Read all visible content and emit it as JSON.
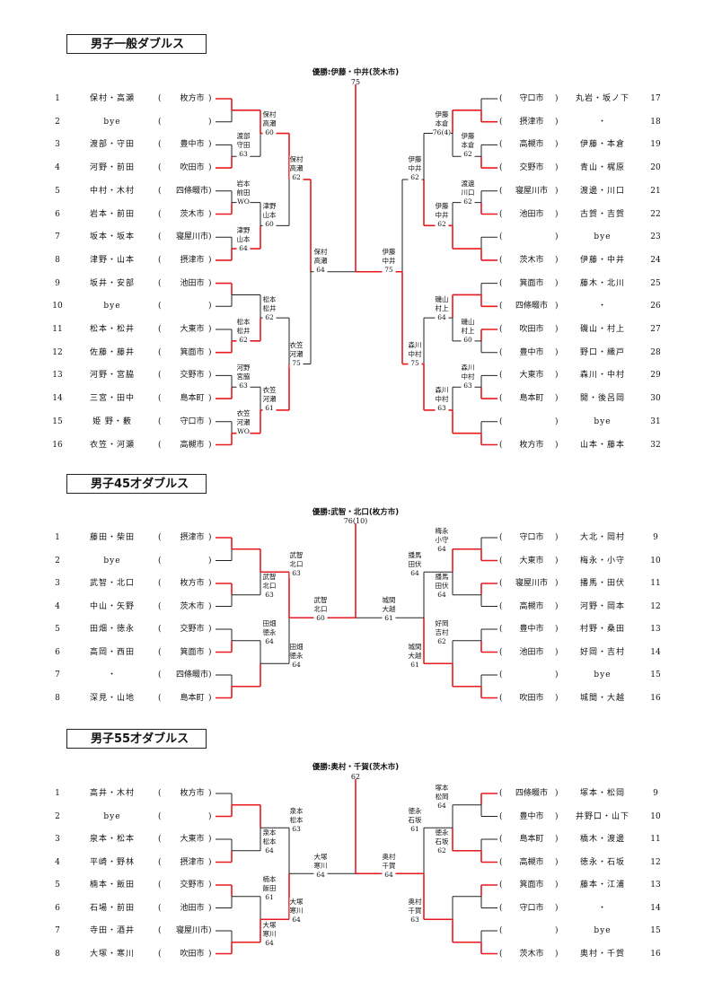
{
  "colors": {
    "win": "#e8191f",
    "line": "#222222"
  },
  "sections": [
    {
      "title": "男子一般ダブルス",
      "champion": "優勝:伊藤・中井(茨木市)",
      "final_score": "75",
      "left": [
        {
          "num": "1",
          "names": "保村・高瀬",
          "club": "枚方市"
        },
        {
          "num": "2",
          "names": "bye",
          "club": ""
        },
        {
          "num": "3",
          "names": "渡部・守田",
          "club": "豊中市"
        },
        {
          "num": "4",
          "names": "河野・前田",
          "club": "吹田市"
        },
        {
          "num": "5",
          "names": "中村・木村",
          "club": "四條畷市"
        },
        {
          "num": "6",
          "names": "岩本・前田",
          "club": "茨木市"
        },
        {
          "num": "7",
          "names": "坂本・坂本",
          "club": "寝屋川市"
        },
        {
          "num": "8",
          "names": "津野・山本",
          "club": "摂津市"
        },
        {
          "num": "9",
          "names": "坂井・安部",
          "club": "池田市"
        },
        {
          "num": "10",
          "names": "bye",
          "club": ""
        },
        {
          "num": "11",
          "names": "松本・松井",
          "club": "大東市"
        },
        {
          "num": "12",
          "names": "佐藤・藤井",
          "club": "箕面市"
        },
        {
          "num": "13",
          "names": "河野・宮脇",
          "club": "交野市"
        },
        {
          "num": "14",
          "names": "三宮・田中",
          "club": "島本町"
        },
        {
          "num": "15",
          "names": "姫 野・藪",
          "club": "守口市"
        },
        {
          "num": "16",
          "names": "衣笠・河瀬",
          "club": "高槻市"
        }
      ],
      "right": [
        {
          "num": "17",
          "names": "丸岩・坂ノ下",
          "club": "守口市"
        },
        {
          "num": "18",
          "names": "・",
          "club": "摂津市"
        },
        {
          "num": "19",
          "names": "伊藤・本倉",
          "club": "高槻市"
        },
        {
          "num": "20",
          "names": "青山・梶原",
          "club": "交野市"
        },
        {
          "num": "21",
          "names": "渡邊・川口",
          "club": "寝屋川市"
        },
        {
          "num": "22",
          "names": "古賀・吉賀",
          "club": "池田市"
        },
        {
          "num": "23",
          "names": "bye",
          "club": ""
        },
        {
          "num": "24",
          "names": "伊藤・中井",
          "club": "茨木市"
        },
        {
          "num": "25",
          "names": "藤木・北川",
          "club": "箕面市"
        },
        {
          "num": "26",
          "names": "・",
          "club": "四條畷市"
        },
        {
          "num": "27",
          "names": "磯山・村上",
          "club": "吹田市"
        },
        {
          "num": "28",
          "names": "野口・織戸",
          "club": "豊中市"
        },
        {
          "num": "29",
          "names": "森川・中村",
          "club": "大東市"
        },
        {
          "num": "30",
          "names": "開・後呂岡",
          "club": "島本町"
        },
        {
          "num": "31",
          "names": "bye",
          "club": ""
        },
        {
          "num": "32",
          "names": "山本・藤本",
          "club": "枚方市"
        }
      ],
      "labels": [
        {
          "lines": [
            "保村",
            "高瀬",
            "60"
          ]
        },
        {
          "lines": [
            "渡部",
            "守田",
            "63"
          ]
        },
        {
          "lines": [
            "保村",
            "高瀬",
            "62"
          ]
        },
        {
          "lines": [
            "岩本",
            "前田",
            "WO"
          ]
        },
        {
          "lines": [
            "津野",
            "山本",
            "60"
          ]
        },
        {
          "lines": [
            "津野",
            "山本",
            "64"
          ]
        },
        {
          "lines": [
            "保村",
            "高瀬",
            "64"
          ]
        },
        {
          "lines": [
            "松本",
            "松井",
            "62"
          ]
        },
        {
          "lines": [
            "松本",
            "松井",
            "62"
          ]
        },
        {
          "lines": [
            "衣笠",
            "河瀬",
            "75"
          ]
        },
        {
          "lines": [
            "河野",
            "宮脇",
            "63"
          ]
        },
        {
          "lines": [
            "衣笠",
            "河瀬",
            "61"
          ]
        },
        {
          "lines": [
            "衣笠",
            "河瀬",
            "WO"
          ]
        },
        {
          "lines": [
            "伊藤",
            "本倉",
            "76(4)"
          ]
        },
        {
          "lines": [
            "伊藤",
            "本倉",
            "62"
          ]
        },
        {
          "lines": [
            "伊藤",
            "中井",
            "62"
          ]
        },
        {
          "lines": [
            "渡邊",
            "川口",
            "62"
          ]
        },
        {
          "lines": [
            "伊藤",
            "中井",
            "62"
          ]
        },
        {
          "lines": [
            "伊藤",
            "中井",
            "75"
          ]
        },
        {
          "lines": [
            "磯山",
            "村上",
            "64"
          ]
        },
        {
          "lines": [
            "磯山",
            "村上",
            "60"
          ]
        },
        {
          "lines": [
            "森川",
            "中村",
            "75"
          ]
        },
        {
          "lines": [
            "森川",
            "中村",
            "63"
          ]
        },
        {
          "lines": [
            "森川",
            "中村",
            "63"
          ]
        }
      ]
    },
    {
      "title": "男子45才ダブルス",
      "champion": "優勝:武智・北口(枚方市)",
      "final_score": "76(10)",
      "left": [
        {
          "num": "1",
          "names": "藤田・柴田",
          "club": "摂津市"
        },
        {
          "num": "2",
          "names": "bye",
          "club": ""
        },
        {
          "num": "3",
          "names": "武智・北口",
          "club": "枚方市"
        },
        {
          "num": "4",
          "names": "中山・矢野",
          "club": "茨木市"
        },
        {
          "num": "5",
          "names": "田畑・徳永",
          "club": "交野市"
        },
        {
          "num": "6",
          "names": "高岡・西田",
          "club": "箕面市"
        },
        {
          "num": "7",
          "names": "・",
          "club": "四條畷市"
        },
        {
          "num": "8",
          "names": "深見・山地",
          "club": "島本町"
        }
      ],
      "right": [
        {
          "num": "9",
          "names": "大北・岡村",
          "club": "守口市"
        },
        {
          "num": "10",
          "names": "梅永・小守",
          "club": "大東市"
        },
        {
          "num": "11",
          "names": "播馬・田伏",
          "club": "寝屋川市"
        },
        {
          "num": "12",
          "names": "河野・岡本",
          "club": "高槻市"
        },
        {
          "num": "13",
          "names": "村野・桑田",
          "club": "豊中市"
        },
        {
          "num": "14",
          "names": "好岡・吉村",
          "club": "池田市"
        },
        {
          "num": "15",
          "names": "bye",
          "club": ""
        },
        {
          "num": "16",
          "names": "城間・大越",
          "club": "吹田市"
        }
      ],
      "labels": [
        {
          "lines": [
            "武智",
            "北口",
            "63"
          ]
        },
        {
          "lines": [
            "武智",
            "北口",
            "63"
          ]
        },
        {
          "lines": [
            "武智",
            "北口",
            "60"
          ]
        },
        {
          "lines": [
            "田畑",
            "徳永",
            "64"
          ]
        },
        {
          "lines": [
            "田畑",
            "徳永",
            "64"
          ]
        },
        {
          "lines": [
            "梅永",
            "小守",
            "64"
          ]
        },
        {
          "lines": [
            "播馬",
            "田伏",
            "64"
          ]
        },
        {
          "lines": [
            "播馬",
            "田伏",
            "64"
          ]
        },
        {
          "lines": [
            "城間",
            "大越",
            "61"
          ]
        },
        {
          "lines": [
            "好岡",
            "吉村",
            "62"
          ]
        },
        {
          "lines": [
            "城間",
            "大越",
            "61"
          ]
        }
      ]
    },
    {
      "title": "男子55才ダブルス",
      "champion": "優勝:奥村・千賀(茨木市)",
      "final_score": "62",
      "left": [
        {
          "num": "1",
          "names": "高井・木村",
          "club": "枚方市"
        },
        {
          "num": "2",
          "names": "bye",
          "club": ""
        },
        {
          "num": "3",
          "names": "泉本・松本",
          "club": "大東市"
        },
        {
          "num": "4",
          "names": "平崎・野林",
          "club": "摂津市"
        },
        {
          "num": "5",
          "names": "楠本・飯田",
          "club": "交野市"
        },
        {
          "num": "6",
          "names": "石場・前田",
          "club": "池田市"
        },
        {
          "num": "7",
          "names": "寺田・酒井",
          "club": "寝屋川市"
        },
        {
          "num": "8",
          "names": "大塚・寒川",
          "club": "吹田市"
        }
      ],
      "right": [
        {
          "num": "9",
          "names": "塚本・松岡",
          "club": "四條畷市"
        },
        {
          "num": "10",
          "names": "井野口・山下",
          "club": "豊中市"
        },
        {
          "num": "11",
          "names": "橋木・渡邊",
          "club": "島本町"
        },
        {
          "num": "12",
          "names": "徳永・石坂",
          "club": "高槻市"
        },
        {
          "num": "13",
          "names": "藤本・江浦",
          "club": "箕面市"
        },
        {
          "num": "14",
          "names": "・",
          "club": "守口市"
        },
        {
          "num": "15",
          "names": "bye",
          "club": ""
        },
        {
          "num": "16",
          "names": "奥村・千賀",
          "club": "茨木市"
        }
      ],
      "labels": [
        {
          "lines": [
            "泉本",
            "松本",
            "63"
          ]
        },
        {
          "lines": [
            "泉本",
            "松本",
            "64"
          ]
        },
        {
          "lines": [
            "大塚",
            "寒川",
            "64"
          ]
        },
        {
          "lines": [
            "楠本",
            "飯田",
            "61"
          ]
        },
        {
          "lines": [
            "大塚",
            "寒川",
            "64"
          ]
        },
        {
          "lines": [
            "大塚",
            "寒川",
            "64"
          ]
        },
        {
          "lines": [
            "塚本",
            "松岡",
            "64"
          ]
        },
        {
          "lines": [
            "徳永",
            "石坂",
            "61"
          ]
        },
        {
          "lines": [
            "徳永",
            "石坂",
            "62"
          ]
        },
        {
          "lines": [
            "奥村",
            "千賀",
            "64"
          ]
        },
        {
          "lines": [
            "奥村",
            "千賀",
            "63"
          ]
        }
      ]
    }
  ]
}
